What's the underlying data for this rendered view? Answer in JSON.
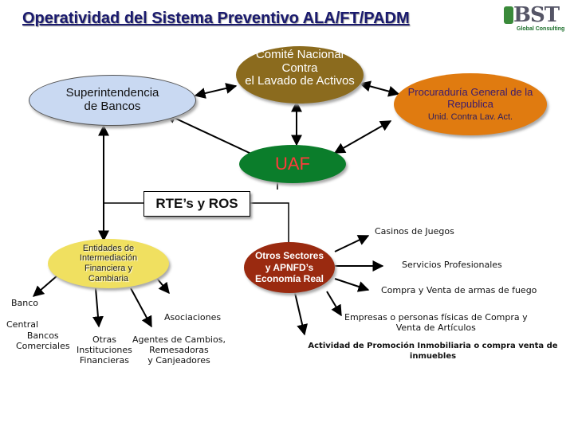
{
  "title": "Operatividad del Sistema Preventivo ALA/FT/PADM",
  "logo": {
    "name": "BST",
    "subtitle": "Global Consulting"
  },
  "nodes": {
    "superintendencia": "Superintendencia\nde Bancos",
    "comite": "Comité Nacional\nContra\nel Lavado de Activos",
    "procuraduria": "Procuraduría General de la\nRepublica",
    "procuraduria_sub": "Unid. Contra Lav. Act.",
    "uaf": "UAF",
    "rtes": "RTE’s y ROS",
    "entidades": "Entidades de\nIntermediación\nFinanciera y\nCambiaria",
    "otros": "Otros Sectores\ny APNFD’s\nEconomía Real"
  },
  "entidades_items": {
    "banco": "Banco",
    "central": "Central",
    "bancos_comerciales": "Bancos\nComerciales",
    "asociaciones": "Asociaciones",
    "otras_instituciones": "Otras\nInstituciones\nFinancieras",
    "agentes": "Agentes de Cambios,\nRemesadoras\ny Canjeadores"
  },
  "otros_items": {
    "casinos": "Casinos de Juegos",
    "servicios": "Servicios Profesionales",
    "armas": "Compra y Venta de armas de fuego",
    "empresas": "Empresas o personas físicas de Compra y\nVenta de Artículos",
    "inmobiliaria": "Actividad de Promoción Inmobiliaria o compra venta de\ninmuebles"
  },
  "colors": {
    "title": "#1a1a6e",
    "superintendencia": "#c9d9f2",
    "comite": "#8b6b1e",
    "procuraduria": "#e07b10",
    "uaf": "#0b7d2b",
    "rtes": "#ffffff",
    "entidades": "#f0e060",
    "otros": "#9a2a10"
  }
}
